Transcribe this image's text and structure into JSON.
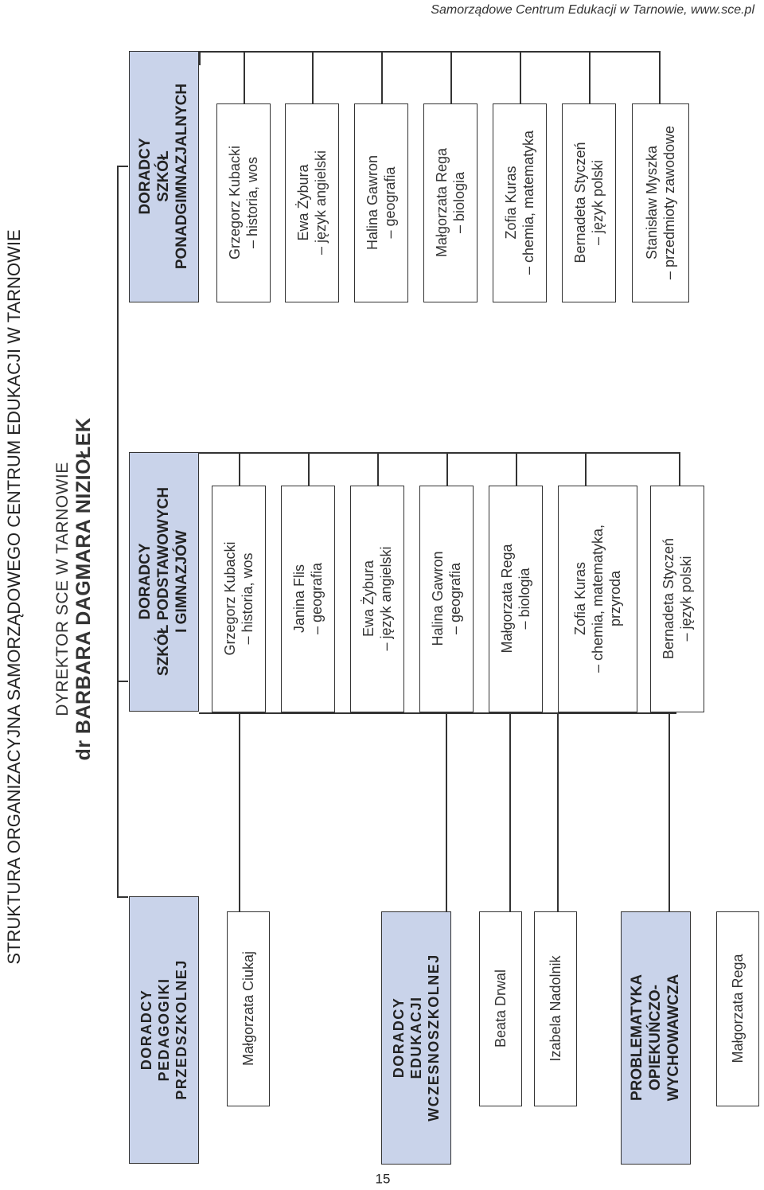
{
  "header_note": "Samorządowe Centrum Edukacji w Tarnowie, www.sce.pl",
  "title": "STRUKTURA ORGANIZACYJNA SAMORZĄDOWEGO CENTRUM EDUKACJI W TARNOWIE",
  "director": {
    "line1": "DYREKTOR SCE W TARNOWIE",
    "line2": "dr BARBARA DAGMARA NIZIOŁEK"
  },
  "groups": {
    "przedszkolne": {
      "title": [
        "DORADCY",
        "PEDAGOGIKI",
        "PRZEDSZKOLNEJ"
      ],
      "members": [
        "Małgorzata Ciukaj"
      ]
    },
    "wczesnoszkolne": {
      "title": [
        "DORADCY",
        "EDUKACJI",
        "WCZESNOSZKOLNEJ"
      ],
      "members": [
        "Beata Drwal",
        "Izabela Nadolnik"
      ]
    },
    "opiekuncze": {
      "title": [
        "PROBLEMATYKA",
        "OPIEKUŃCZO-",
        "WYCHOWAWCZA"
      ],
      "members": [
        "Małgorzata Rega"
      ]
    },
    "podstawowe": {
      "title": [
        "DORADCY",
        "SZKÓŁ PODSTAWOWYCH",
        "I GIMNAZJÓW"
      ],
      "members": [
        [
          "Grzegorz Kubacki",
          "– historia, wos"
        ],
        [
          "Janina Flis",
          "– geografia"
        ],
        [
          "Ewa Żybura",
          "– język angielski"
        ],
        [
          "Halina Gawron",
          "– geografia"
        ],
        [
          "Małgorzata Rega",
          "– biologia"
        ],
        [
          "Zofia Kuras",
          "– chemia, matematyka,",
          "przyroda"
        ],
        [
          "Bernadeta Styczeń",
          "– język polski"
        ]
      ]
    },
    "ponadgimnazjalne": {
      "title": [
        "DORADCY",
        "SZKÓŁ",
        "PONADGIMNAZJALNYCH"
      ],
      "members": [
        [
          "Grzegorz Kubacki",
          "– historia, wos"
        ],
        [
          "Ewa Żybura",
          "– język angielski"
        ],
        [
          "Halina Gawron",
          "– geografia"
        ],
        [
          "Małgorzata Rega",
          "– biologia"
        ],
        [
          "Zofia Kuras",
          "– chemia, matematyka"
        ],
        [
          "Bernadeta Styczeń",
          "– język polski"
        ],
        [
          "Stanisław Myszka",
          "– przedmioty zawodowe"
        ]
      ]
    }
  },
  "page_number": "15",
  "colors": {
    "highlight": "#c9d3ea",
    "line": "#333333"
  }
}
